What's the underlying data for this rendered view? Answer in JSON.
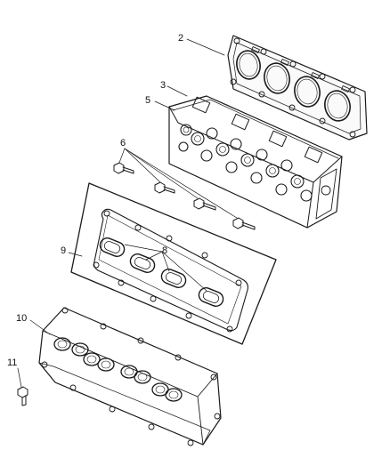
{
  "callouts": {
    "c2": "2",
    "c3": "3",
    "c5": "5",
    "c6": "6",
    "c8": "8",
    "c9": "9",
    "c10": "10",
    "c11": "11"
  }
}
